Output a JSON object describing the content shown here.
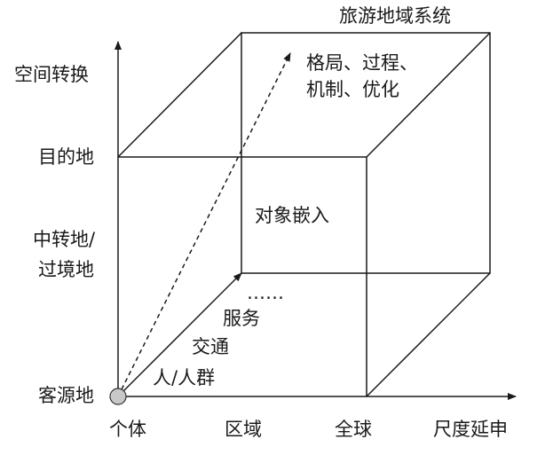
{
  "system_title": "旅游地域系统",
  "y_axis": {
    "title": "空间转换",
    "ticks": {
      "destination": "目的地",
      "transit_line1": "中转地/",
      "transit_line2": "过境地",
      "origin": "客源地"
    }
  },
  "x_axis": {
    "title": "尺度延申",
    "ticks": {
      "individual": "个体",
      "region": "区域",
      "global": "全球"
    }
  },
  "diagonal": {
    "items": [
      "人/人群",
      "交通",
      "服务",
      "……"
    ],
    "object_label": "对象嵌入",
    "goal_line1": "格局、过程、",
    "goal_line2": "机制、优化"
  },
  "colors": {
    "line": "#1a1a1a",
    "origin_dot_fill": "#c8c8c8"
  }
}
